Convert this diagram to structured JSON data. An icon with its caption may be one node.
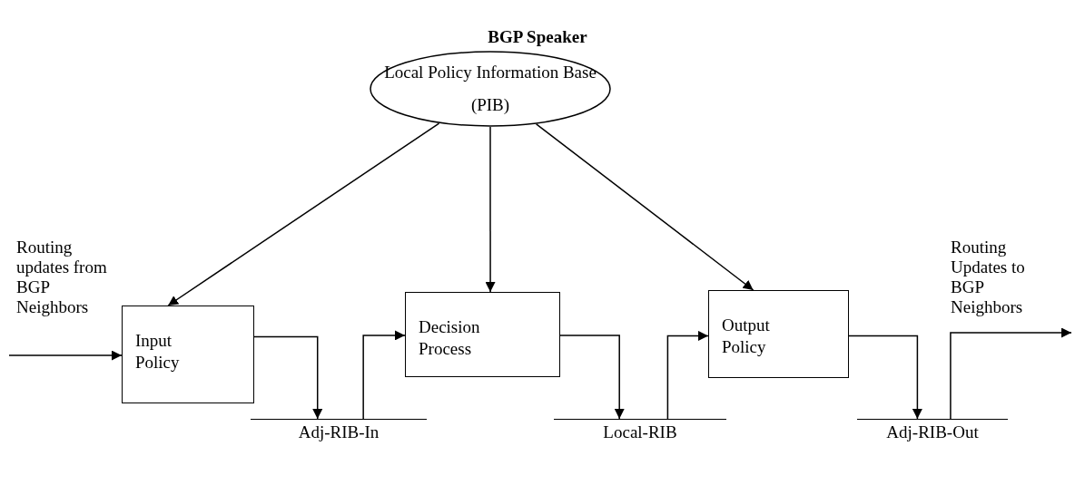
{
  "diagram": {
    "title": "BGP Speaker",
    "nodes": [
      {
        "text": [
          "Local Policy Information Base (PIB)"
        ]
      },
      {
        "text": [
          "Input Policy"
        ]
      },
      {
        "text": [
          "Decision Process"
        ]
      },
      {
        "text": [
          "Output Policy"
        ]
      },
      {
        "text": [
          "Adj-RIB-In"
        ]
      },
      {
        "text": [
          "Local-RIB"
        ]
      },
      {
        "text": [
          "Adj-RIB-Out"
        ]
      }
    ],
    "edges": [
      {
        "from": 0,
        "to": 1,
        "arrow": "to"
      },
      {
        "from": 0,
        "to": 2,
        "arrow": "to"
      },
      {
        "from": 0,
        "to": 3,
        "arrow": "to"
      },
      {
        "from": null,
        "to": 1,
        "arrow": "to"
      },
      {
        "from": 1,
        "to": 4,
        "arrow": "to"
      },
      {
        "from": 4,
        "to": 2,
        "arrow": "to"
      },
      {
        "from": 2,
        "to": 5,
        "arrow": "to"
      },
      {
        "from": 5,
        "to": 3,
        "arrow": "to"
      },
      {
        "from": 3,
        "to": 6,
        "arrow": "to"
      },
      {
        "from": 6,
        "to": null,
        "arrow": "to"
      }
    ],
    "labels": [
      "Routing updates from BGP Neighbors",
      "Routing Updates to BGP Neighbors"
    ]
  }
}
